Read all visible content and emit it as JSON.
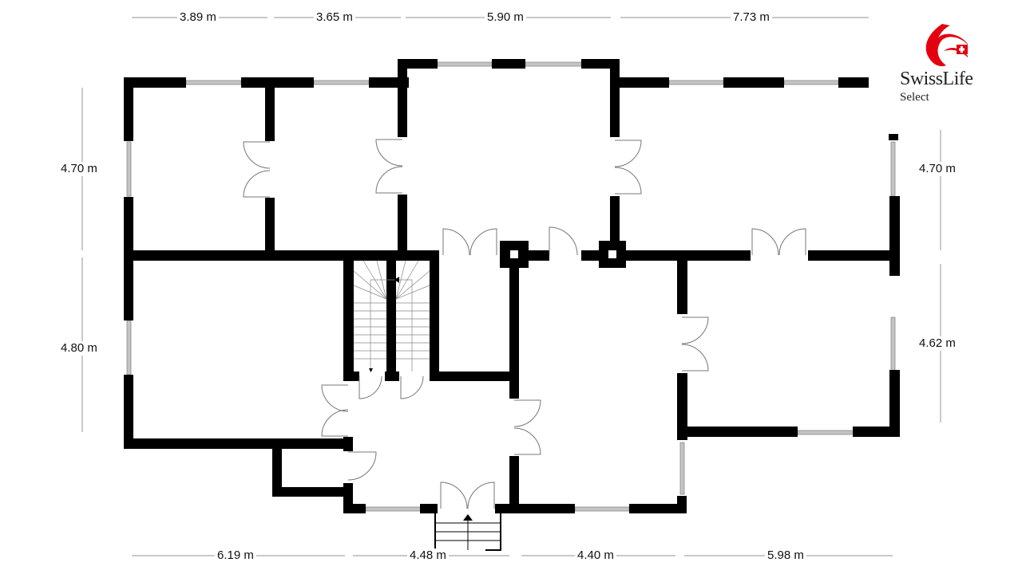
{
  "brand": {
    "name": "SwissLife",
    "sub": "Select",
    "color": "#e3000f"
  },
  "plan": {
    "wall_color": "#000000",
    "window_color": "#b0b0b0",
    "door_line_color": "#777777",
    "dimension_line_color": "#a6a6a6"
  },
  "dimensions": {
    "top": [
      {
        "label": "3.89 m"
      },
      {
        "label": "3.65 m"
      },
      {
        "label": "5.90 m"
      },
      {
        "label": "7.73 m"
      }
    ],
    "bottom": [
      {
        "label": "6.19 m"
      },
      {
        "label": "4.48 m"
      },
      {
        "label": "4.40 m"
      },
      {
        "label": "5.98 m"
      }
    ],
    "left": [
      {
        "label": "4.70 m"
      },
      {
        "label": "4.80 m"
      }
    ],
    "right": [
      {
        "label": "4.70 m"
      },
      {
        "label": "4.62 m"
      }
    ]
  }
}
